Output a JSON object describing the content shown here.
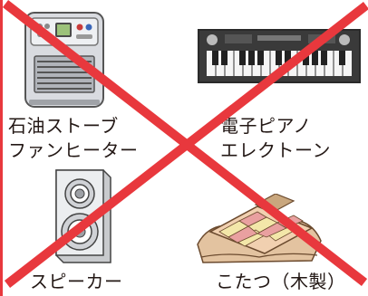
{
  "items": {
    "heater": {
      "label_line1": "石油ストーブ",
      "label_line2": "ファンヒーター",
      "icon": "kerosene-heater"
    },
    "piano": {
      "label_line1": "電子ピアノ",
      "label_line2": "エレクトーン",
      "icon": "electronic-keyboard"
    },
    "speaker": {
      "label": "スピーカー",
      "icon": "speaker"
    },
    "kotatsu": {
      "label": "こたつ（木製）",
      "icon": "kotatsu"
    }
  },
  "colors": {
    "cross": "#e8383d",
    "text": "#231815",
    "frame": "#e8383d"
  }
}
